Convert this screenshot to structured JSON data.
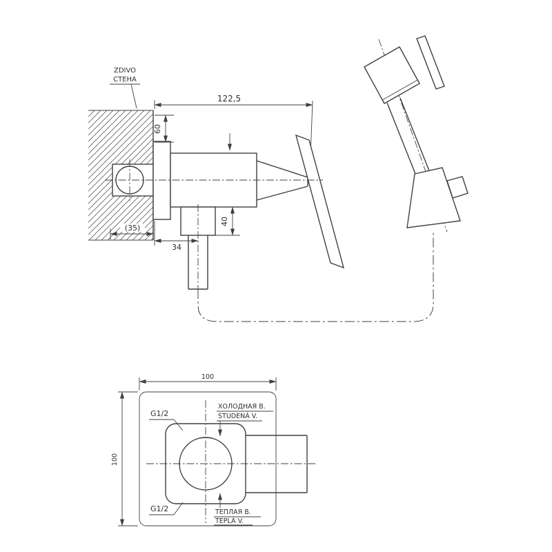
{
  "drawing": {
    "side_view": {
      "wall_label_line1": "ZDIVO",
      "wall_label_line2": "СТЕНА",
      "dim_total_width": "122,5",
      "dim_top_offset": "60",
      "dim_outlet_height": "40",
      "dim_outlet_offset": "34",
      "dim_wall_depth": "(35)"
    },
    "front_view": {
      "dim_width": "100",
      "dim_height": "100",
      "thread_top": "G1/2",
      "thread_bottom": "G1/2",
      "cold_label_ru": "ХОЛОДНАЯ В.",
      "cold_label_cz": "STUDENÁ V.",
      "warm_label_ru": "ТЕПЛАЯ В.",
      "warm_label_cz": "TEPLÁ V."
    },
    "colors": {
      "line": "#3f3f3f",
      "text": "#2e2e2e",
      "background": "#ffffff"
    }
  }
}
